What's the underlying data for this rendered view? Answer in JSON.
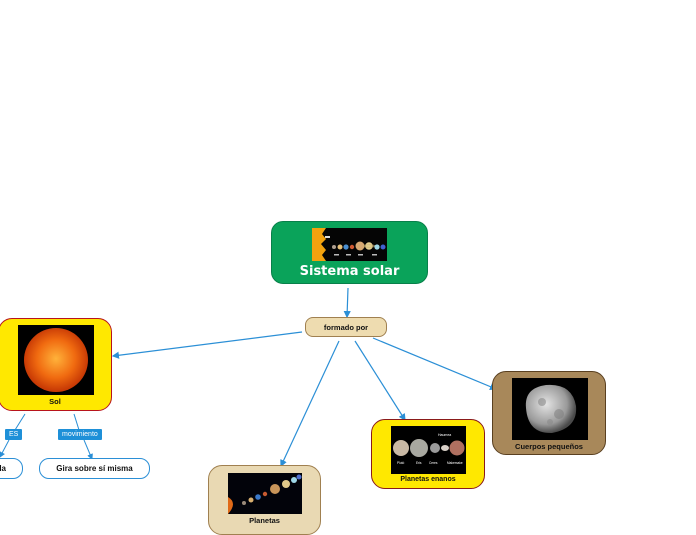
{
  "central": {
    "title": "Sistema solar",
    "color": "#0aa35a"
  },
  "connector": {
    "label": "formado por"
  },
  "nodes": {
    "sol": {
      "label": "Sol",
      "color": "#ffe800"
    },
    "planetas": {
      "label": "Planetas"
    },
    "enanos": {
      "label": "Planetas enanos",
      "img_labels": {
        "top": "Haumea",
        "b1": "Plutó",
        "b2": "Eris",
        "b3": "Ceres",
        "b4": "Makemake"
      }
    },
    "cuerpos": {
      "label": "Cuerpos pequeños"
    }
  },
  "sol_children": {
    "es_tag": "ES",
    "movimiento_tag": "movimiento",
    "pill_left": "la",
    "pill_right": "Gira sobre sí misma"
  },
  "colors": {
    "link": "#2b8fd6",
    "connector_fill": "#eedcb0",
    "cuerpos_fill": "#a8885a",
    "planetas_fill": "#e9d9b3"
  }
}
